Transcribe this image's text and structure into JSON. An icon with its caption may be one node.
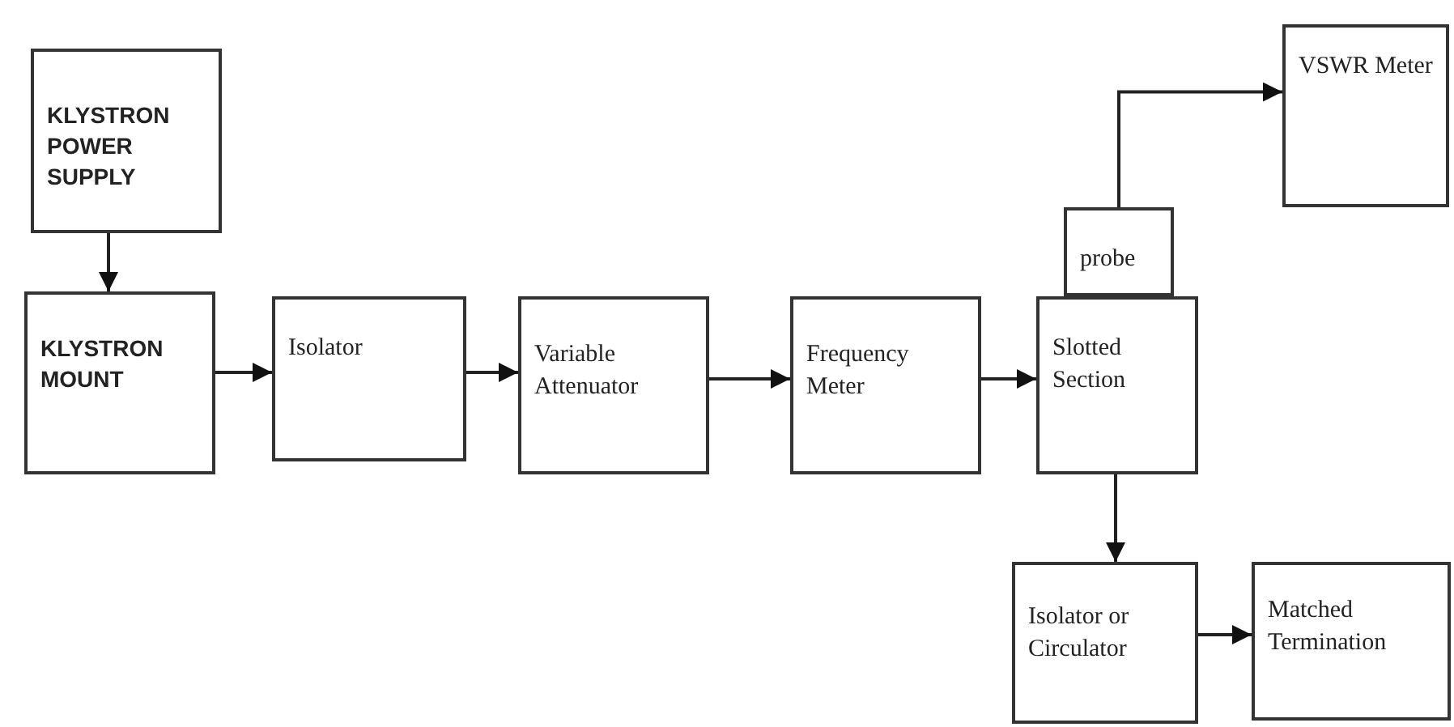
{
  "diagram": {
    "nodes": [
      {
        "text": [
          "KLYSTRON POWER SUPPLY"
        ]
      },
      {
        "text": [
          "KLYSTRON MOUNT"
        ]
      },
      {
        "text": [
          "Isolator"
        ]
      },
      {
        "text": [
          "Variable Attenuator"
        ]
      },
      {
        "text": [
          "Frequency Meter"
        ]
      },
      {
        "text": [
          "probe"
        ]
      },
      {
        "text": [
          "Slotted Section"
        ]
      },
      {
        "text": [
          "VSWR Meter"
        ]
      },
      {
        "text": [
          "Isolator or Circulator"
        ]
      },
      {
        "text": [
          "Matched Termination"
        ]
      }
    ],
    "edges": [
      {
        "from": 0,
        "to": 1,
        "arrow": "to"
      },
      {
        "from": 1,
        "to": 2,
        "arrow": "to"
      },
      {
        "from": 2,
        "to": 3,
        "arrow": "to"
      },
      {
        "from": 3,
        "to": 4,
        "arrow": "to"
      },
      {
        "from": 4,
        "to": 6,
        "arrow": "to"
      },
      {
        "from": 5,
        "to": 7,
        "arrow": "to"
      },
      {
        "from": 6,
        "to": 8,
        "arrow": "to"
      },
      {
        "from": 8,
        "to": 9,
        "arrow": "to"
      }
    ]
  }
}
